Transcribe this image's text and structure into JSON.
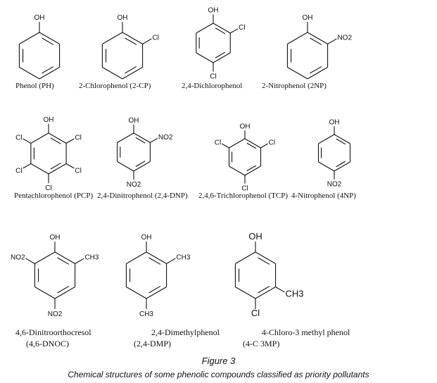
{
  "compounds": [
    {
      "name": [
        "Phenol (PH)"
      ],
      "substituents": [
        {
          "pos": 0,
          "label": "OH"
        }
      ]
    },
    {
      "name": [
        "2-Chlorophenol (2-CP)"
      ],
      "substituents": [
        {
          "pos": 0,
          "label": "OH"
        },
        {
          "pos": 1,
          "label": "Cl"
        }
      ]
    },
    {
      "name": [
        "2,4-Dichlorophenol"
      ],
      "substituents": [
        {
          "pos": 0,
          "label": "OH"
        },
        {
          "pos": 1,
          "label": "Cl"
        },
        {
          "pos": 3,
          "label": "Cl"
        }
      ]
    },
    {
      "name": [
        "2-Nitrophenol (2NP)"
      ],
      "substituents": [
        {
          "pos": 0,
          "label": "OH"
        },
        {
          "pos": 1,
          "label": "NO2"
        }
      ]
    },
    {
      "name": [
        "Pentachlorophenol (PCP)"
      ],
      "substituents": [
        {
          "pos": 0,
          "label": "OH"
        },
        {
          "pos": 1,
          "label": "Cl"
        },
        {
          "pos": 2,
          "label": "Cl"
        },
        {
          "pos": 3,
          "label": "Cl"
        },
        {
          "pos": 4,
          "label": "Cl"
        },
        {
          "pos": 5,
          "label": "Cl"
        }
      ]
    },
    {
      "name": [
        "2,4-Dinitrophenol (2,4-DNP)"
      ],
      "substituents": [
        {
          "pos": 0,
          "label": "OH"
        },
        {
          "pos": 1,
          "label": "NO2"
        },
        {
          "pos": 3,
          "label": "NO2"
        }
      ]
    },
    {
      "name": [
        "2,4,6-Trichlorophenol (TCP)"
      ],
      "substituents": [
        {
          "pos": 0,
          "label": "OH"
        },
        {
          "pos": 1,
          "label": "Cl"
        },
        {
          "pos": 5,
          "label": "Cl"
        },
        {
          "pos": 3,
          "label": "Cl"
        }
      ]
    },
    {
      "name": [
        "4-Nitrophenol (4NP)"
      ],
      "substituents": [
        {
          "pos": 0,
          "label": "OH"
        },
        {
          "pos": 3,
          "label": "NO2"
        }
      ]
    },
    {
      "name": [
        "4,6-Dinitroorthocresol",
        "(4,6-DNOC)"
      ],
      "substituents": [
        {
          "pos": 0,
          "label": "OH"
        },
        {
          "pos": 5,
          "label": "NO2"
        },
        {
          "pos": 1,
          "label": "CH3"
        },
        {
          "pos": 3,
          "label": "NO2"
        }
      ]
    },
    {
      "name": [
        "2,4-Dimethylphenol",
        "(2,4-DMP)"
      ],
      "substituents": [
        {
          "pos": 0,
          "label": "OH"
        },
        {
          "pos": 1,
          "label": "CH3"
        },
        {
          "pos": 3,
          "label": "CH3"
        }
      ]
    },
    {
      "name": [
        "4-Chloro-3 methyl phenol",
        "(4-C 3MP)"
      ],
      "substituents": [
        {
          "pos": 0,
          "label": "OH"
        },
        {
          "pos": 2,
          "label": "CH3"
        },
        {
          "pos": 3,
          "label": "Cl"
        }
      ]
    }
  ],
  "figure": {
    "title": "Figure 3",
    "caption": "Chemical structures of some phenolic compounds classified as priority pollutants"
  }
}
